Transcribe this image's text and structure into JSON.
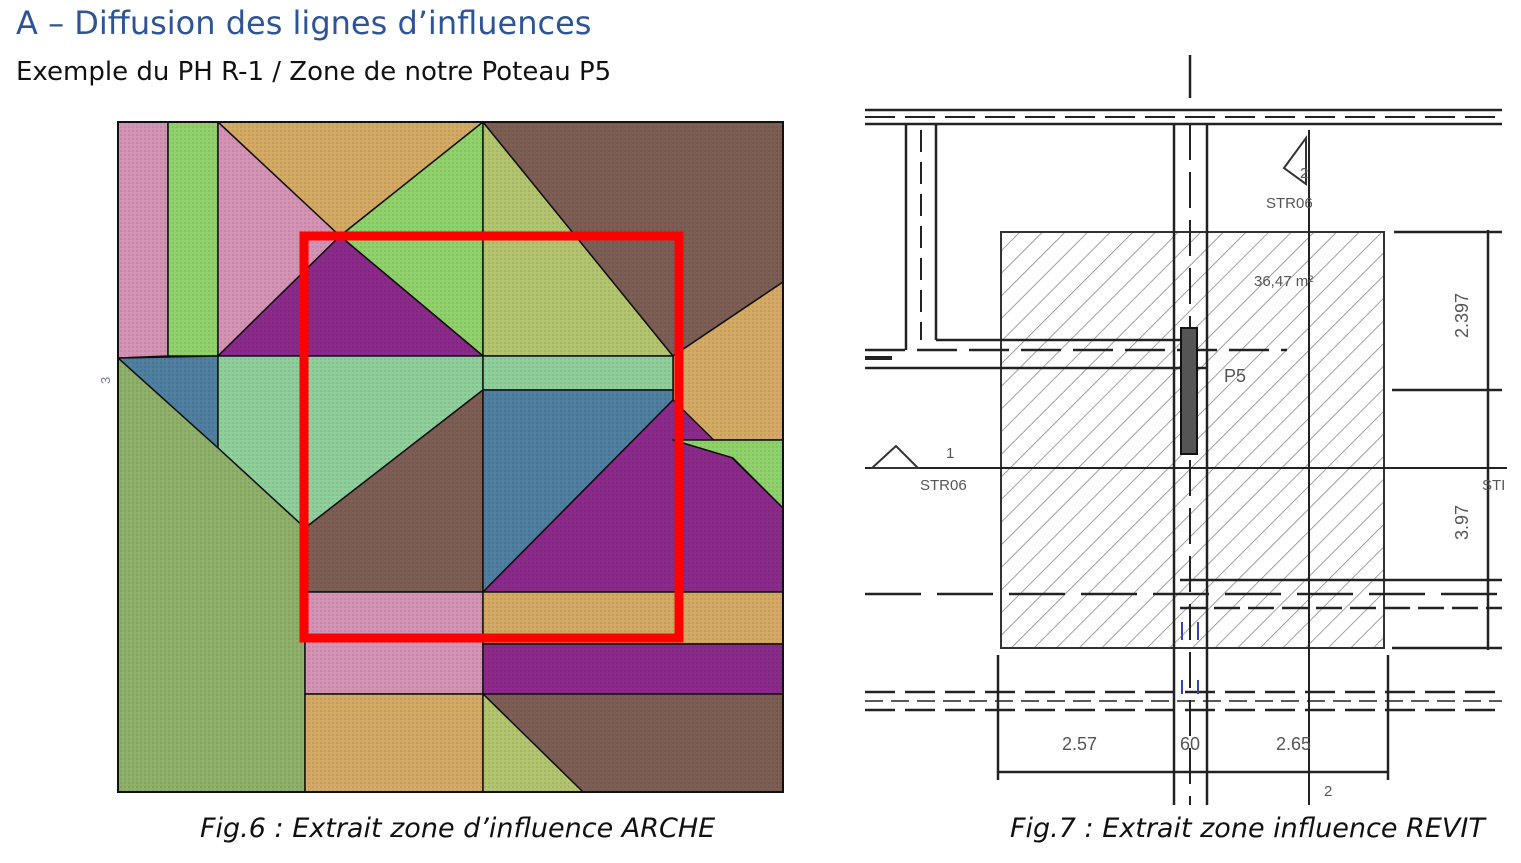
{
  "heading": {
    "title": "A – Diffusion des lignes d’influences",
    "subtitle": "Exemple du PH R-1 / Zone de notre Poteau P5"
  },
  "figure_arche": {
    "caption": "Fig.6 : Extrait zone d’influence ARCHE",
    "axis_label": "3",
    "highlight_color": "#ff0000"
  },
  "figure_revit": {
    "caption": "Fig.7 : Extrait zone influence REVIT",
    "labels": {
      "section_top": "STR06",
      "section_left": "STR06",
      "section_right": "STI",
      "section_top_number": "2",
      "section_left_number": "1",
      "area": "36,47 m²",
      "column": "P5",
      "dim_right_top": "2.397",
      "dim_right_bottom": "3.97",
      "dim_bottom_left": "2.57",
      "dim_bottom_mid": "60",
      "dim_bottom_right": "2.65",
      "grid_bottom": "2"
    }
  },
  "colors": {
    "title_blue": "#2f5496",
    "purple": "#8b2a8a",
    "light_green": "#8fd16a",
    "olive": "#b3c46e",
    "pink": "#d493b4",
    "tan": "#d4a964",
    "brown": "#7d5e55",
    "steel_blue": "#4f7fa0",
    "mint": "#8fcf9c",
    "sage": "#8fb06a"
  }
}
